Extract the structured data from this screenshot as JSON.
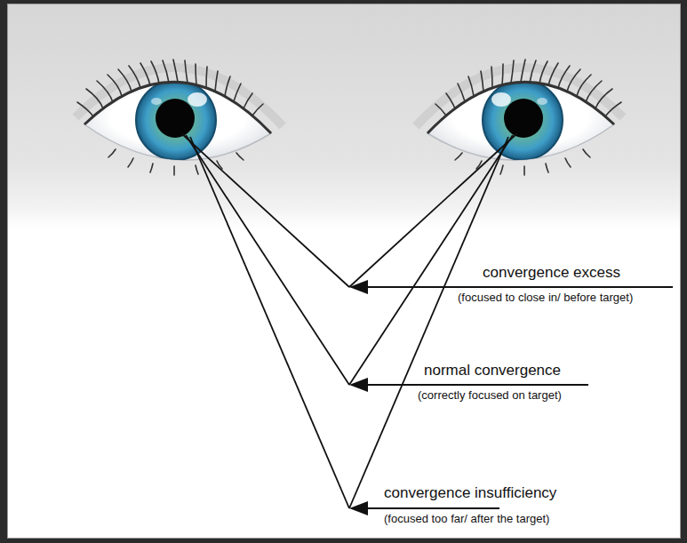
{
  "diagram": {
    "labels": [
      "convergence excess",
      "(focused to close in/ before target)",
      "normal convergence",
      "(correctly focused on target)",
      "convergence insufficiency",
      "(focused too far/ after the target)"
    ]
  }
}
